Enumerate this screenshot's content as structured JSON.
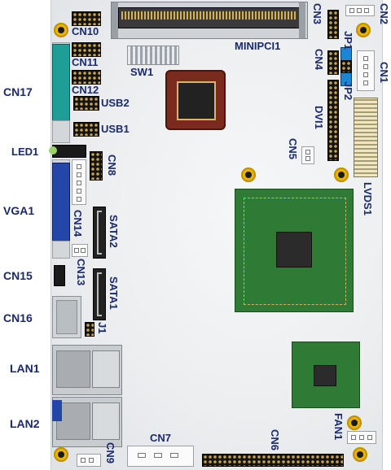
{
  "labels": {
    "cn2": "CN2",
    "cn10": "CN10",
    "cn3": "CN3",
    "minipci1": "MINIPCI1",
    "cn1": "CN1",
    "jp1": "JP1",
    "jp2": "JP2",
    "cn4": "CN4",
    "cn11": "CN11",
    "sw1": "SW1",
    "cn12": "CN12",
    "cn17": "CN17",
    "usb2": "USB2",
    "usb1": "USB1",
    "dvi1": "DVI1",
    "cn5": "CN5",
    "led1": "LED1",
    "cn8": "CN8",
    "lvds1": "LVDS1",
    "vga1": "VGA1",
    "cn14": "CN14",
    "sata2": "SATA2",
    "cn15": "CN15",
    "cn13": "CN13",
    "sata1": "SATA1",
    "cn16": "CN16",
    "j1": "J1",
    "lan1": "LAN1",
    "lan2": "LAN2",
    "cn7": "CN7",
    "cn6": "CN6",
    "fan1": "FAN1",
    "cn9": "CN9"
  },
  "colors": {
    "label": "#1a2a6c",
    "board": "#eceef0",
    "pcb_green": "#2f7a34",
    "serial_teal": "#1f9e98",
    "vga_blue": "#2446a8",
    "mount_hole": "#e8b400",
    "header_black": "#141414",
    "jumper_blue": "#1c86d6",
    "led_green": "#9bd36b"
  }
}
